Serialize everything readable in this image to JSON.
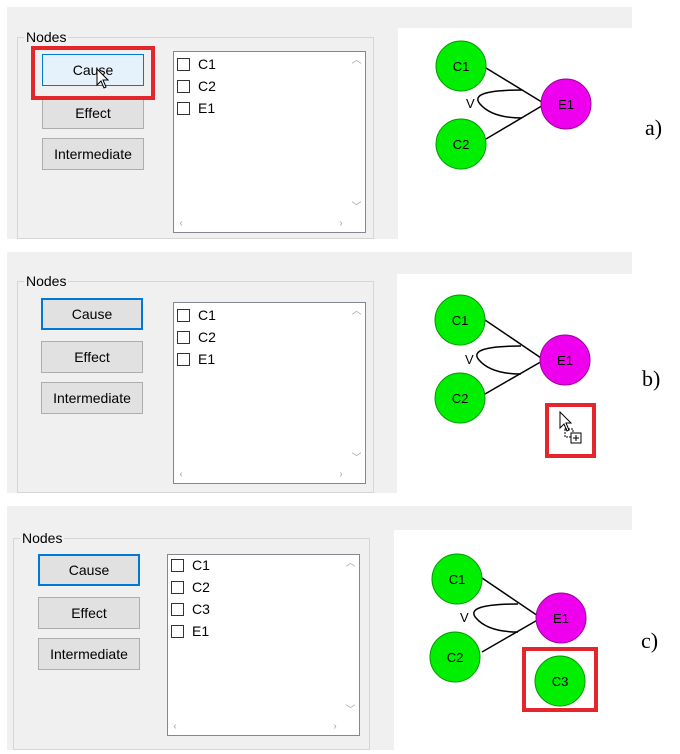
{
  "panels": [
    {
      "id": "a",
      "caption": "a)",
      "group_title": "Nodes",
      "buttons": {
        "cause": "Cause",
        "effect": "Effect",
        "intermediate": "Intermediate"
      },
      "list_items": [
        "C1",
        "C2",
        "E1"
      ],
      "nodes": {
        "c1": "C1",
        "c2": "C2",
        "e1": "E1"
      },
      "constraint_symbol": "V"
    },
    {
      "id": "b",
      "caption": "b)",
      "group_title": "Nodes",
      "buttons": {
        "cause": "Cause",
        "effect": "Effect",
        "intermediate": "Intermediate"
      },
      "list_items": [
        "C1",
        "C2",
        "E1"
      ],
      "nodes": {
        "c1": "C1",
        "c2": "C2",
        "e1": "E1"
      },
      "constraint_symbol": "V"
    },
    {
      "id": "c",
      "caption": "c)",
      "group_title": "Nodes",
      "buttons": {
        "cause": "Cause",
        "effect": "Effect",
        "intermediate": "Intermediate"
      },
      "list_items": [
        "C1",
        "C2",
        "C3",
        "E1"
      ],
      "nodes": {
        "c1": "C1",
        "c2": "C2",
        "e1": "E1",
        "c3": "C3"
      },
      "constraint_symbol": "V"
    }
  ],
  "colors": {
    "cause_node": "#00ee00",
    "effect_node": "#ee00ee",
    "highlight": "#e3262b",
    "focus_border": "#0078d7"
  },
  "icons": {
    "cursor": "arrow-cursor-icon",
    "drop": "drag-copy-cursor-icon"
  }
}
